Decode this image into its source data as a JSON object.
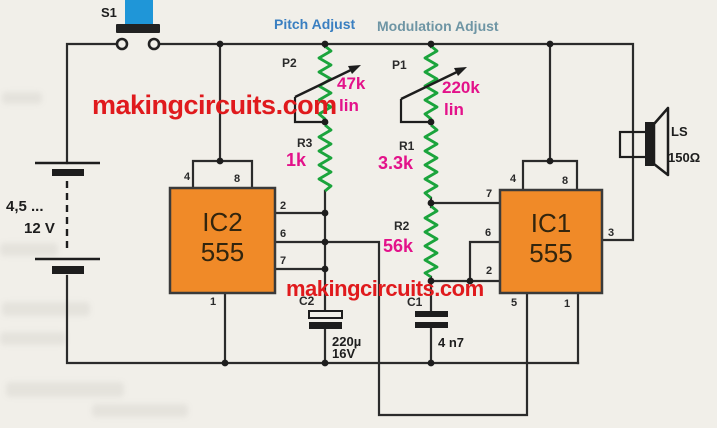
{
  "labels": {
    "pitch_adjust": "Pitch Adjust",
    "modulation_adjust": "Modulation Adjust"
  },
  "watermark": "makingcircuits.com",
  "switch": {
    "ref": "S1"
  },
  "battery": {
    "range": "4,5 ...",
    "max": "12 V"
  },
  "potentiometers": {
    "p2": {
      "ref": "P2",
      "value": "47k",
      "taper": "lin"
    },
    "p1": {
      "ref": "P1",
      "value": "220k",
      "taper": "lin"
    }
  },
  "resistors": {
    "r3": {
      "ref": "R3",
      "value": "1k"
    },
    "r1": {
      "ref": "R1",
      "value": "3.3k"
    },
    "r2": {
      "ref": "R2",
      "value": "56k"
    }
  },
  "capacitors": {
    "c2": {
      "ref": "C2",
      "value": "220µ",
      "rating": "16V"
    },
    "c1": {
      "ref": "C1",
      "value": "4 n7"
    }
  },
  "ics": {
    "ic2": {
      "ref": "IC2",
      "part": "555",
      "pins": {
        "p4": "4",
        "p8": "8",
        "p2": "2",
        "p6": "6",
        "p7": "7",
        "p1": "1"
      }
    },
    "ic1": {
      "ref": "IC1",
      "part": "555",
      "pins": {
        "p4": "4",
        "p8": "8",
        "p7": "7",
        "p6": "6",
        "p2": "2",
        "p3": "3",
        "p5": "5",
        "p1": "1"
      }
    }
  },
  "speaker": {
    "ref": "LS",
    "impedance": "150Ω"
  },
  "colors": {
    "ic_fill": "#f08a28",
    "resistor_green": "#1ba43c",
    "value_magenta": "#e3128a",
    "watermark_red": "#e01a1d",
    "pitch_blue": "#3a7fc1",
    "modulation_teal": "#6e95a4",
    "button_blue": "#1f96d8",
    "wire": "#2b2b2b"
  }
}
